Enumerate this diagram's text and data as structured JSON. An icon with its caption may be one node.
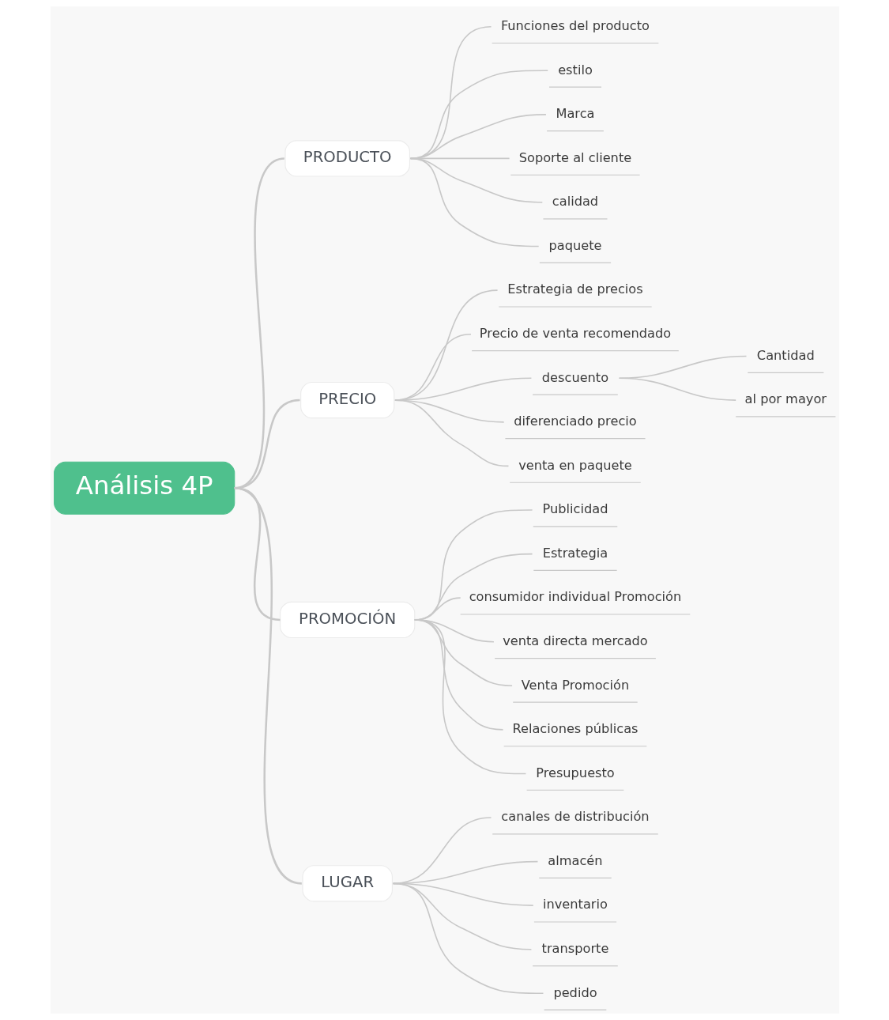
{
  "diagram": {
    "nodes": [
      {
        "text": [
          "Análisis 4P"
        ]
      },
      {
        "text": [
          "PRODUCTO"
        ]
      },
      {
        "text": [
          "Funciones del producto"
        ]
      },
      {
        "text": [
          "estilo"
        ]
      },
      {
        "text": [
          "Marca"
        ]
      },
      {
        "text": [
          "Soporte al cliente"
        ]
      },
      {
        "text": [
          "calidad"
        ]
      },
      {
        "text": [
          "paquete"
        ]
      },
      {
        "text": [
          "PRECIO"
        ]
      },
      {
        "text": [
          "Estrategia de precios"
        ]
      },
      {
        "text": [
          "Precio de venta recomendado"
        ]
      },
      {
        "text": [
          "descuento"
        ]
      },
      {
        "text": [
          "Cantidad"
        ]
      },
      {
        "text": [
          "al por mayor"
        ]
      },
      {
        "text": [
          "diferenciado precio"
        ]
      },
      {
        "text": [
          "venta en paquete"
        ]
      },
      {
        "text": [
          "PROMOCIÓN"
        ]
      },
      {
        "text": [
          "Publicidad"
        ]
      },
      {
        "text": [
          "Estrategia"
        ]
      },
      {
        "text": [
          "consumidor individual Promoción"
        ]
      },
      {
        "text": [
          "venta directa mercado"
        ]
      },
      {
        "text": [
          "Venta Promoción"
        ]
      },
      {
        "text": [
          "Relaciones públicas"
        ]
      },
      {
        "text": [
          "Presupuesto"
        ]
      },
      {
        "text": [
          "LUGAR"
        ]
      },
      {
        "text": [
          "canales de distribución"
        ]
      },
      {
        "text": [
          "almacén"
        ]
      },
      {
        "text": [
          "inventario"
        ]
      },
      {
        "text": [
          "transporte"
        ]
      },
      {
        "text": [
          "pedido"
        ]
      }
    ],
    "edges": [
      {
        "from": 0,
        "to": 1,
        "arrow": "none"
      },
      {
        "from": 1,
        "to": 2,
        "arrow": "none"
      },
      {
        "from": 1,
        "to": 3,
        "arrow": "none"
      },
      {
        "from": 1,
        "to": 4,
        "arrow": "none"
      },
      {
        "from": 1,
        "to": 5,
        "arrow": "none"
      },
      {
        "from": 1,
        "to": 6,
        "arrow": "none"
      },
      {
        "from": 1,
        "to": 7,
        "arrow": "none"
      },
      {
        "from": 0,
        "to": 8,
        "arrow": "none"
      },
      {
        "from": 8,
        "to": 9,
        "arrow": "none"
      },
      {
        "from": 8,
        "to": 10,
        "arrow": "none"
      },
      {
        "from": 8,
        "to": 11,
        "arrow": "none"
      },
      {
        "from": 11,
        "to": 12,
        "arrow": "none"
      },
      {
        "from": 11,
        "to": 13,
        "arrow": "none"
      },
      {
        "from": 8,
        "to": 14,
        "arrow": "none"
      },
      {
        "from": 8,
        "to": 15,
        "arrow": "none"
      },
      {
        "from": 0,
        "to": 16,
        "arrow": "none"
      },
      {
        "from": 16,
        "to": 17,
        "arrow": "none"
      },
      {
        "from": 16,
        "to": 18,
        "arrow": "none"
      },
      {
        "from": 16,
        "to": 19,
        "arrow": "none"
      },
      {
        "from": 16,
        "to": 20,
        "arrow": "none"
      },
      {
        "from": 16,
        "to": 21,
        "arrow": "none"
      },
      {
        "from": 16,
        "to": 22,
        "arrow": "none"
      },
      {
        "from": 16,
        "to": 23,
        "arrow": "none"
      },
      {
        "from": 0,
        "to": 24,
        "arrow": "none"
      },
      {
        "from": 24,
        "to": 25,
        "arrow": "none"
      },
      {
        "from": 24,
        "to": 26,
        "arrow": "none"
      },
      {
        "from": 24,
        "to": 27,
        "arrow": "none"
      },
      {
        "from": 24,
        "to": 28,
        "arrow": "none"
      },
      {
        "from": 24,
        "to": 29,
        "arrow": "none"
      }
    ]
  }
}
